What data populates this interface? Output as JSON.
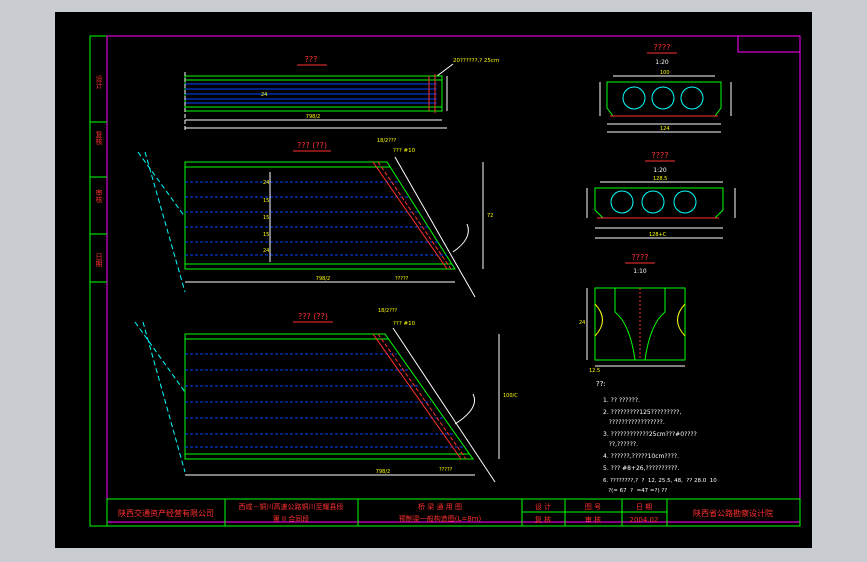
{
  "colors": {
    "background": "#000000",
    "frame": "#ff00ff",
    "grid": "#00ff00",
    "text": "#ffff00",
    "highlight": "#ff3030",
    "rebar": "#0044ff",
    "dim": "#ffffff",
    "circle": "#00ffff"
  },
  "drawing": {
    "top_view_title": "???",
    "top_view_note": "20??????,? 25cm",
    "mid_view_title": "??? (??)",
    "mid_view_callout_a": "18/2???",
    "mid_view_callout_b": "??? #10",
    "bottom_view_title": "??? (??)",
    "bottom_view_callout_a": "18/2???",
    "bottom_view_callout_b": "??? #10",
    "dim_top": "798/2",
    "dim_mid": "798/2",
    "dim_bottom": "798/2",
    "section1_title": "????",
    "section1_scale": "1:20",
    "section2_title": "????",
    "section2_scale": "1:20",
    "section3_title": "????",
    "section3_scale": "1:10",
    "notes_title": "??:",
    "notes": [
      "1. ?? ??????.",
      "2. ?????????125?????????,",
      "   ?????????????????.",
      "3. ????????????25cm???#0????",
      "   ??,??????.",
      "4. ??????,?????10cm????.",
      "5. ??? #8+26,??????????.",
      "6. ????????,?  ?  12, 25.5, 48,  ?? 28.0  10",
      "   ?(= 67  ?  =47 =?) ??"
    ]
  },
  "title_block": {
    "company": "陕西交通资产经营有限公司",
    "project_line1": "西咸－铜川高速公路铜川至耀县段",
    "project_line2": "第 II 合同段",
    "drawing_name_line1": "桥  梁  通  用  图",
    "drawing_name_line2": "预制梁一般构造图(L=8m)",
    "label_design": "设 计",
    "label_check": "复 核",
    "label_review": "审 核",
    "label_drawing_no": "图 号",
    "label_date": "日 期",
    "date_value": "2004.02",
    "institute": "陕西省公路勘察设计院"
  },
  "side_labels": [
    "设计",
    "复核",
    "审核",
    "日期"
  ]
}
